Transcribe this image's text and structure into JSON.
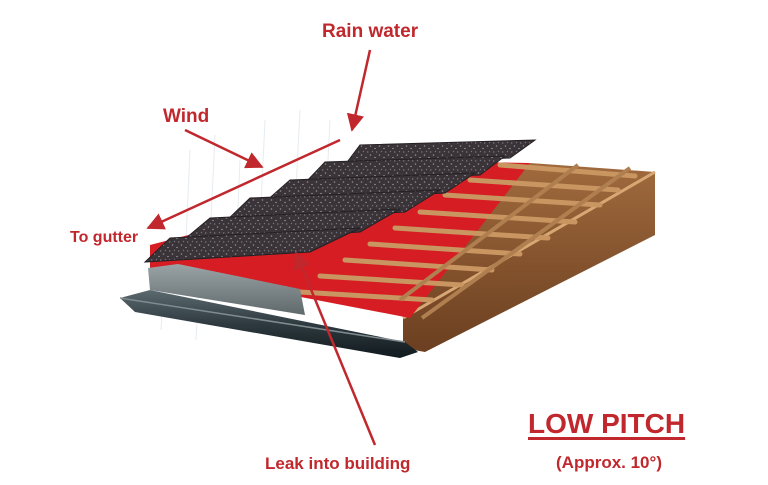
{
  "labels": {
    "rain_water": "Rain water",
    "wind": "Wind",
    "to_gutter": "To gutter",
    "leak": "Leak into building",
    "pitch_title": "LOW PITCH",
    "pitch_note": "(Approx. 10°)"
  },
  "colors": {
    "label": "#c0282d",
    "arrow": "#c0282d",
    "shingle": "#3a3338",
    "underlay": "#d61d24",
    "timber": "#c99561",
    "fascia": "#8a5530",
    "gutter": "#2e3a40"
  }
}
